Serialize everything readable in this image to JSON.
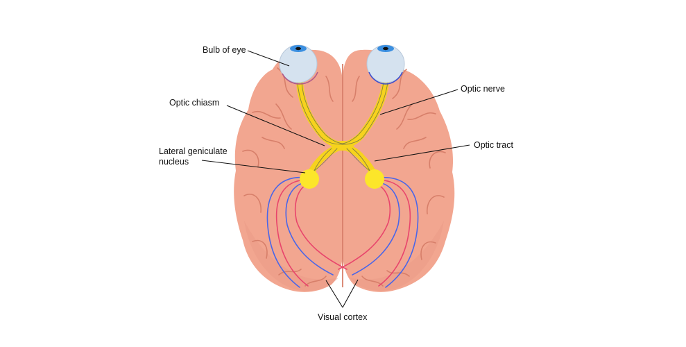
{
  "labels": {
    "bulb_of_eye": "Bulb of eye",
    "optic_chiasm": "Optic chiasm",
    "lateral_geniculate_line1": "Lateral geniculate",
    "lateral_geniculate_line2": "nucleus",
    "optic_nerve": "Optic nerve",
    "optic_tract": "Optic tract",
    "visual_cortex": "Visual cortex"
  },
  "colors": {
    "brain_fill": "#f2a690",
    "brain_shadow": "#e48f78",
    "brain_groove": "#d77f6a",
    "eye_fill": "#d5e2ef",
    "iris": "#3b8fe0",
    "nerve_yellow": "#f6d31d",
    "nucleus_yellow": "#fce62a",
    "radiation_blue": "#4a66e8",
    "radiation_red": "#e8456c",
    "leader_line": "#111111"
  },
  "icons": {
    "left_eye": "eyeball-icon",
    "right_eye": "eyeball-icon"
  }
}
